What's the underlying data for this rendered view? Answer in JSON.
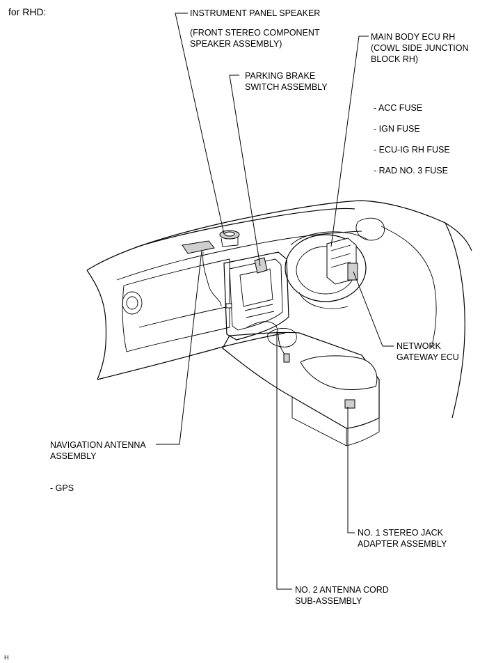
{
  "header": {
    "title": "for RHD:"
  },
  "labels": {
    "instrument_panel_speaker": {
      "name": "INSTRUMENT PANEL SPEAKER",
      "sub1": "(FRONT STEREO COMPONENT",
      "sub2": "SPEAKER ASSEMBLY)"
    },
    "parking_brake": {
      "line1": "PARKING BRAKE",
      "line2": "SWITCH ASSEMBLY"
    },
    "main_body_ecu": {
      "line1": "MAIN BODY ECU RH",
      "line2": "(COWL SIDE JUNCTION",
      "line3": "BLOCK RH)",
      "fuses": [
        "- ACC FUSE",
        "- IGN FUSE",
        "- ECU-IG RH FUSE",
        "- RAD NO. 3 FUSE"
      ]
    },
    "network_gateway": {
      "line1": "NETWORK",
      "line2": "GATEWAY ECU"
    },
    "navigation_antenna": {
      "line1": "NAVIGATION ANTENNA",
      "line2": "ASSEMBLY",
      "note": "- GPS"
    },
    "stereo_jack": {
      "line1": "NO. 1 STEREO JACK",
      "line2": "ADAPTER ASSEMBLY"
    },
    "antenna_cord": {
      "line1": "NO. 2 ANTENNA CORD",
      "line2": "SUB-ASSEMBLY"
    }
  },
  "footer": {
    "code": "H"
  }
}
